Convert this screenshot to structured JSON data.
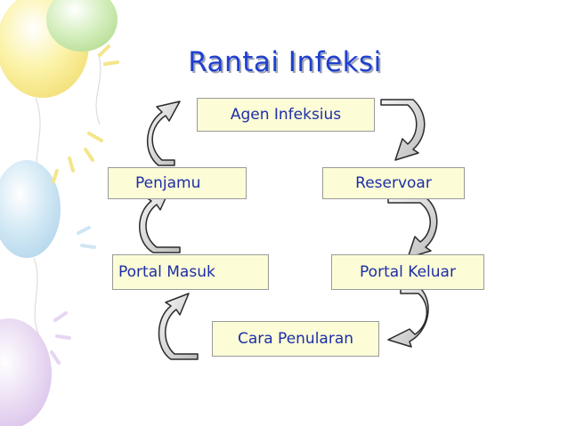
{
  "slide": {
    "title": "Rantai Infeksi"
  },
  "cycle": {
    "nodes": [
      {
        "id": "agen",
        "label": "Agen Infeksius"
      },
      {
        "id": "reservoar",
        "label": "Reservoar"
      },
      {
        "id": "portal_keluar",
        "label": "Portal Keluar"
      },
      {
        "id": "cara_penularan",
        "label": "Cara Penularan"
      },
      {
        "id": "portal_masuk",
        "label": "Portal Masuk"
      },
      {
        "id": "penjamu",
        "label": "Penjamu"
      }
    ]
  },
  "colors": {
    "title": "#1f3fd0",
    "node_text": "#1d2ea8",
    "node_fill": "#fcfcd6",
    "arrow_fill": "#dcdcdc",
    "arrow_stroke": "#2a2a2a"
  },
  "decorations": [
    "balloon-yellow",
    "balloon-green",
    "balloon-blue",
    "balloon-purple",
    "sparkle-lines"
  ]
}
